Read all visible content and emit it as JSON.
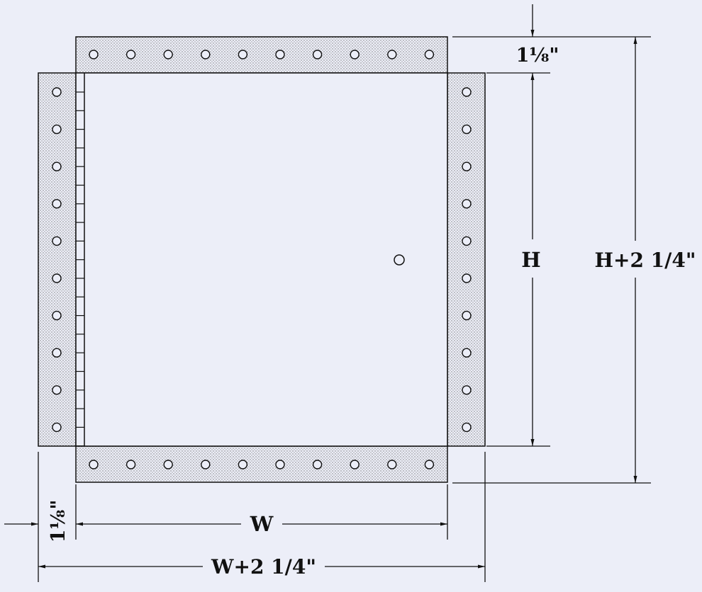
{
  "diagram": {
    "labels": {
      "flange_top": "1⅛\"",
      "flange_side": "1⅛\"",
      "height": "H",
      "overall_height": "H+2 1/4\"",
      "width": "W",
      "overall_width": "W+2 1/4\""
    },
    "colors": {
      "background": "#eceef8",
      "line": "#111111",
      "flange_dots": "#7a7a7a"
    }
  }
}
